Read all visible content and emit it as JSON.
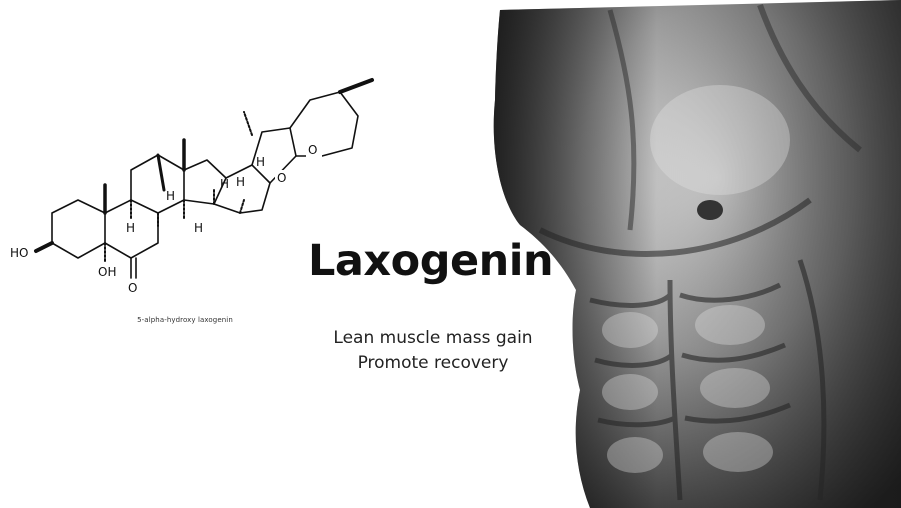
{
  "molecule": {
    "atoms": {
      "ho": "HO",
      "oh": "OH",
      "ketone_o": "O",
      "ring_o1": "O",
      "ring_o2": "O",
      "h1": "H",
      "h2": "H",
      "h3": "H",
      "h4": "H",
      "h5": "H",
      "h6": "H"
    },
    "caption": "5-alpha-hydroxy laxogenin"
  },
  "headline": {
    "title": "Laxogenin",
    "benefit_1": "Lean muscle mass gain",
    "benefit_2": "Promote recovery"
  },
  "colors": {
    "background": "#ffffff",
    "text": "#111111"
  }
}
